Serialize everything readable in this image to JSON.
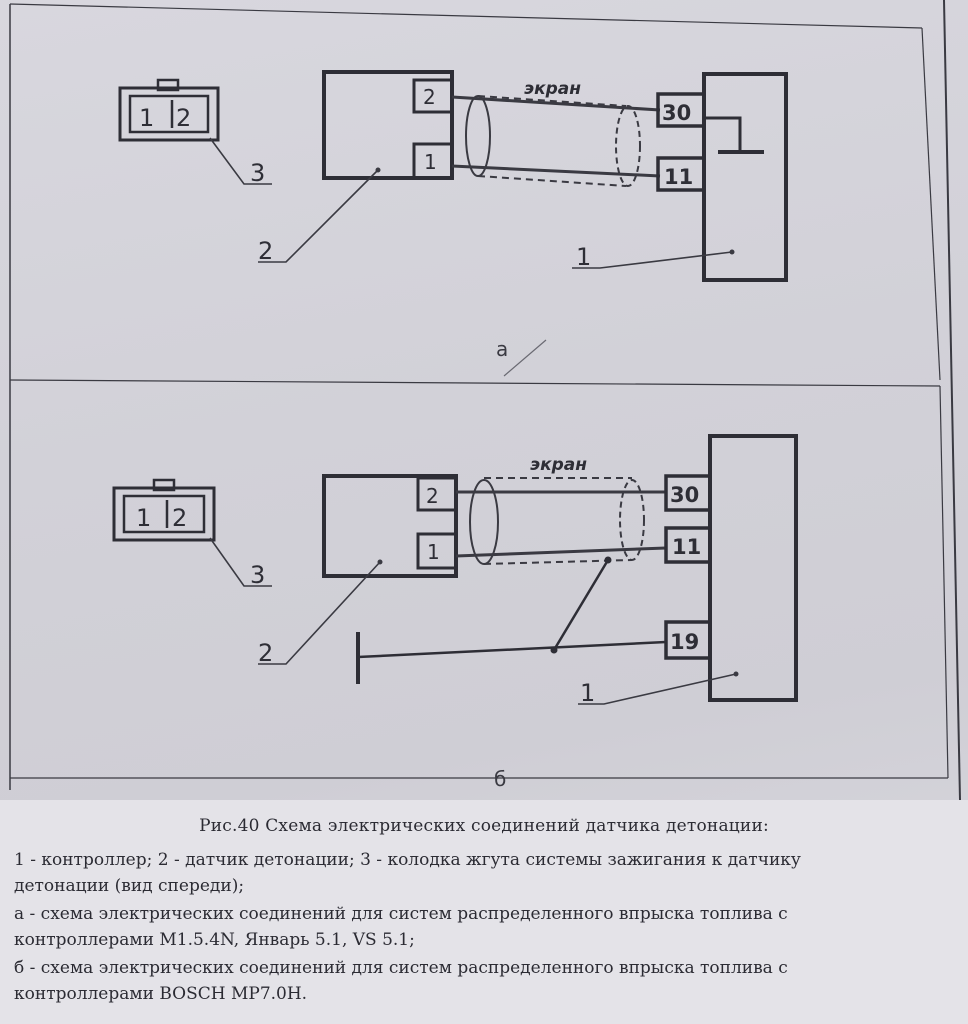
{
  "diagram_a": {
    "connector_pins": [
      "1",
      "2"
    ],
    "sensor_pins": [
      "2",
      "1"
    ],
    "controller_pins": [
      "30",
      "11"
    ],
    "shield_label": "экран",
    "callouts": {
      "connector": "3",
      "sensor": "2",
      "controller": "1"
    },
    "variant_label": "а"
  },
  "diagram_b": {
    "connector_pins": [
      "1",
      "2"
    ],
    "sensor_pins": [
      "2",
      "1"
    ],
    "controller_pins": [
      "30",
      "11",
      "19"
    ],
    "shield_label": "экран",
    "callouts": {
      "connector": "3",
      "sensor": "2",
      "controller": "1"
    },
    "variant_label": "б"
  },
  "caption": {
    "title": "Рис.40 Схема электрических соединений датчика детонации:",
    "lines": [
      "1 - контроллер; 2 - датчик детонации; 3 - колодка жгута системы зажигания к датчику",
      "детонации (вид спереди);",
      "а - схема электрических соединений для систем распределенного впрыска топлива с",
      "контроллерами М1.5.4N, Январь 5.1, VS 5.1;",
      "б - схема электрических соединений для систем распределенного впрыска топлива с",
      "контроллерами BOSCH MP7.0H."
    ]
  }
}
